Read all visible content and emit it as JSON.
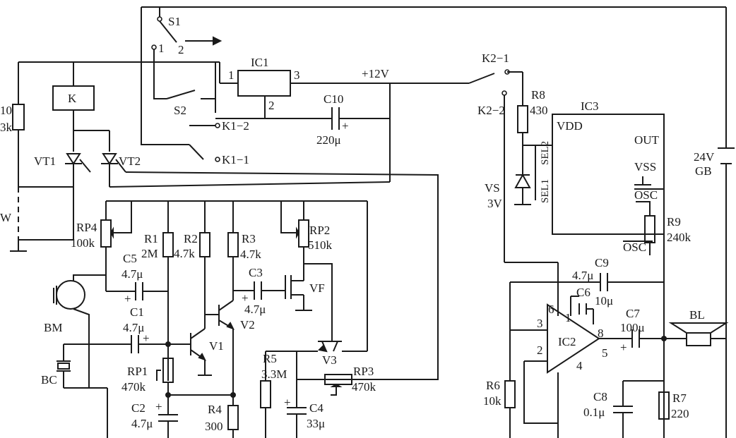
{
  "labels": {
    "S1": "S1",
    "S1_pos1": "1",
    "S1_pos2": "2",
    "S2": "S2",
    "IC1": "IC1",
    "IC1_pin1": "1",
    "IC1_pin2": "2",
    "IC1_pin3": "3",
    "plus12V": "+12V",
    "C10": "C10",
    "C10_val": "220μ",
    "plus": "+",
    "K1_2": "K1−2",
    "K1_1": "K1−1",
    "K": "K",
    "R10": "10",
    "R10_val": "3k",
    "VT1": "VT1",
    "VT2": "VT2",
    "W": "W",
    "K2_1": "K2−1",
    "K2_2": "K2−2",
    "R8": "R8",
    "R8_val": "430",
    "IC3": "IC3",
    "VDD": "VDD",
    "OUT": "OUT",
    "SEL2": "SEL2",
    "SEL1": "SEL1",
    "VSS": "VSS",
    "OSC1": "OSC",
    "OSC2": "OSC",
    "VS": "VS",
    "VS_val": "3V",
    "V24": "24V",
    "GB": "GB",
    "R9": "R9",
    "R9_val": "240k",
    "RP4": "RP4",
    "RP4_val": "100k",
    "R1": "R1",
    "R1_val": "2M",
    "R2": "R2",
    "R2_val": "4.7k",
    "R3": "R3",
    "R3_val": "4.7k",
    "RP2": "RP2",
    "RP2_val": "510k",
    "C5": "C5",
    "C5_val": "4.7μ",
    "C3": "C3",
    "C3_val": "4.7μ",
    "VF": "VF",
    "BM": "BM",
    "C1": "C1",
    "C1_val": "4.7μ",
    "V1": "V1",
    "V2": "V2",
    "V3": "V3",
    "BC": "BC",
    "RP1": "RP1",
    "RP1_val": "470k",
    "R5": "R5",
    "R5_val": "3.3M",
    "RP3": "RP3",
    "RP3_val": "470k",
    "C2": "C2",
    "C2_val": "4.7μ",
    "R4": "R4",
    "R4_val": "300",
    "C4": "C4",
    "C4_val": "33μ",
    "C9": "C9",
    "C9_val": "4.7μ",
    "C6": "C6",
    "C6_val": "10μ",
    "C7": "C7",
    "C7_val": "100μ",
    "BL": "BL",
    "IC2": "IC2",
    "IC2_pin6": "6",
    "IC2_pin1": "1",
    "IC2_pin3": "3",
    "IC2_pin8": "8",
    "IC2_pin2": "2",
    "IC2_pin5": "5",
    "IC2_pin4": "4",
    "R6": "R6",
    "R6_val": "10k",
    "C8": "C8",
    "C8_val": "0.1μ",
    "R7": "R7",
    "R7_val": "220"
  }
}
